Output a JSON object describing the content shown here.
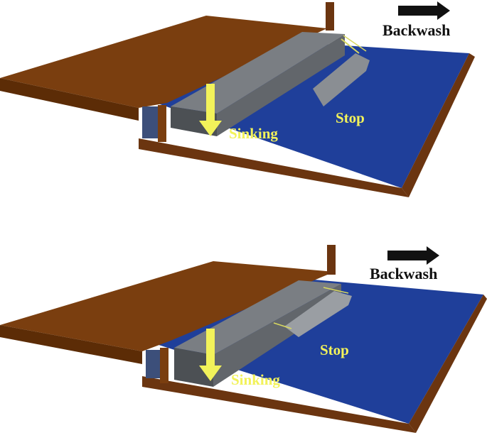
{
  "panels": [
    {
      "id": "top",
      "labels": {
        "backwash": "Backwash",
        "stop": "Stop",
        "sinking": "Sinking"
      }
    },
    {
      "id": "bottom",
      "labels": {
        "backwash": "Backwash",
        "stop": "Stop",
        "sinking": "Sinking"
      }
    }
  ],
  "colors": {
    "ground": "#7a3e0f",
    "ground_dark": "#5c2c06",
    "water": "#1f3f9a",
    "block": "#6f7378",
    "block_dark": "#4c5054",
    "arrow_yellow": "#f2f25a",
    "arrow_black": "#111111"
  },
  "icons": [
    "arrow-right-icon",
    "arrow-down-icon"
  ]
}
